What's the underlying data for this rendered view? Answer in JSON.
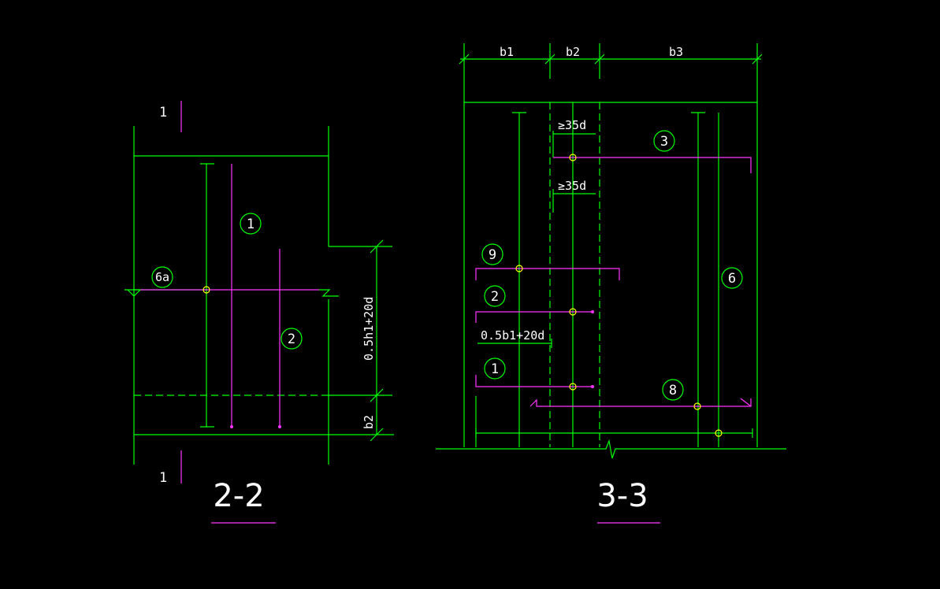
{
  "colors": {
    "background": "#000000",
    "line": "#00ff00",
    "rebar": "#ff33ff",
    "node": "#ffff00",
    "text": "#ffffff"
  },
  "section22": {
    "title": "2-2",
    "cut_top": "1",
    "cut_bottom": "1",
    "marks": {
      "m1": "1",
      "m2": "2",
      "m6a": "6a"
    },
    "dim_height": "0.5h1+20d",
    "dim_b2": "b2"
  },
  "section33": {
    "title": "3-3",
    "dims": {
      "b1": "b1",
      "b2": "b2",
      "b3": "b3"
    },
    "anchor1": "≥35d",
    "anchor2": "≥35d",
    "dim_05b1": "0.5b1+20d",
    "marks": {
      "m1": "1",
      "m2": "2",
      "m3": "3",
      "m6": "6",
      "m8": "8",
      "m9": "9"
    }
  }
}
